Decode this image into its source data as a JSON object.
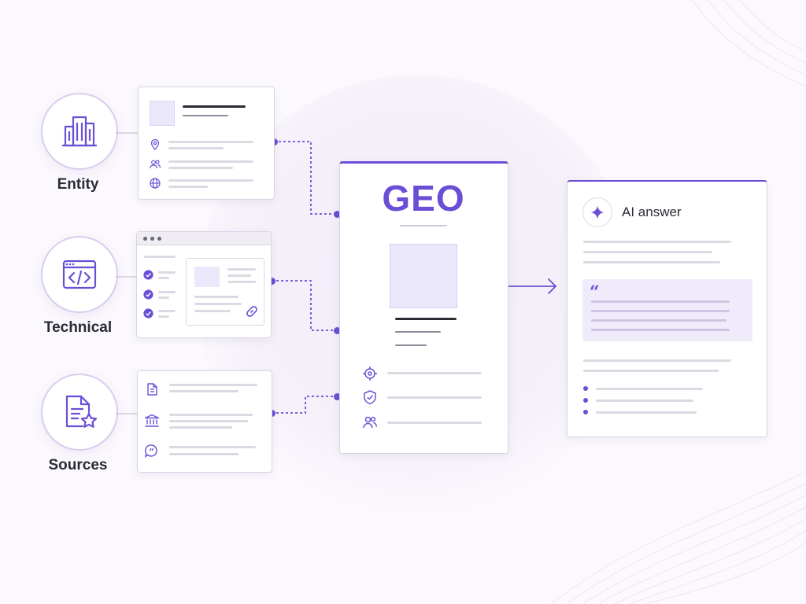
{
  "categories": [
    {
      "label": "Entity",
      "icon": "building-icon"
    },
    {
      "label": "Technical",
      "icon": "code-window-icon"
    },
    {
      "label": "Sources",
      "icon": "document-star-icon"
    }
  ],
  "center": {
    "title": "GEO"
  },
  "output": {
    "title": "AI answer",
    "quote_mark": "“"
  },
  "colors": {
    "accent": "#6a4fd6",
    "accent_light": "#ece8fb",
    "line": "#dcd9e3"
  },
  "icons": {
    "entity_card": [
      "location-pin-icon",
      "people-icon",
      "globe-icon"
    ],
    "technical_card": [
      "check-circle-icon",
      "check-circle-icon",
      "check-circle-icon",
      "link-icon"
    ],
    "sources_card": [
      "document-icon",
      "bank-icon",
      "quote-bubble-icon"
    ],
    "geo_card": [
      "target-icon",
      "shield-check-icon",
      "people-icon"
    ],
    "ai_card": [
      "sparkle-icon"
    ]
  }
}
